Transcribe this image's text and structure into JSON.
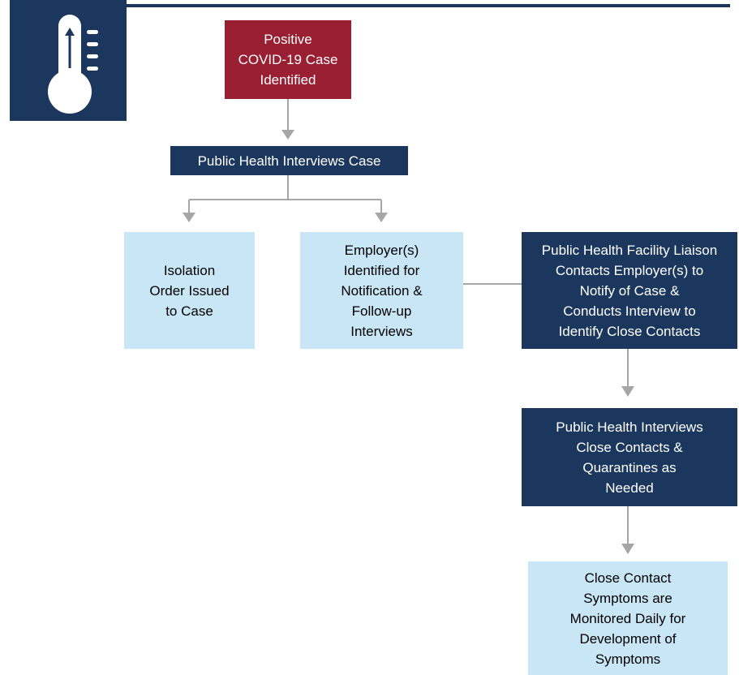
{
  "diagram": {
    "icon": "thermometer-icon",
    "colors": {
      "navy": "#1c375d",
      "red": "#9a1f33",
      "light_blue": "#c9e6f6",
      "connector": "#a6a6a6"
    },
    "nodes": {
      "positive_case": "Positive\nCOVID-19 Case\nIdentified",
      "interviews_case": "Public Health Interviews Case",
      "isolation_order": "Isolation\nOrder Issued\nto Case",
      "employers_identified": "Employer(s)\nIdentified for\nNotification &\nFollow-up\nInterviews",
      "facility_liaison": "Public Health Facility Liaison\nContacts Employer(s) to\nNotify of Case &\nConducts Interview to\nIdentify Close Contacts",
      "interviews_contacts": "Public Health Interviews\nClose Contacts  &\nQuarantines as\nNeeded",
      "symptom_monitoring": "Close Contact\nSymptoms are\nMonitored Daily for\nDevelopment of\nSymptoms"
    }
  }
}
